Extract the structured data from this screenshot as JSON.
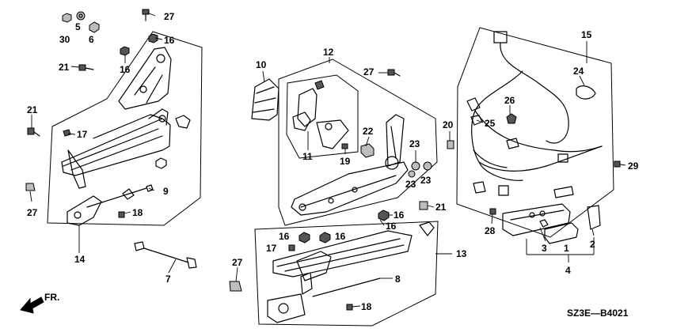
{
  "diagram": {
    "code": "SZ3E—B4021",
    "direction_label": "FR.",
    "callouts": {
      "c1": "1",
      "c2": "2",
      "c3": "3",
      "c4": "4",
      "c5": "5",
      "c6": "6",
      "c7": "7",
      "c8": "8",
      "c9": "9",
      "c10": "10",
      "c11": "11",
      "c12": "12",
      "c13": "13",
      "c14": "14",
      "c15": "15",
      "c16a": "16",
      "c16b": "16",
      "c16c": "16",
      "c16d": "16",
      "c16e": "16",
      "c16f": "16",
      "c17a": "17",
      "c17b": "17",
      "c18a": "18",
      "c18b": "18",
      "c19": "19",
      "c20": "20",
      "c21a": "21",
      "c21b": "21",
      "c21c": "21",
      "c22": "22",
      "c23a": "23",
      "c23b": "23",
      "c23c": "23",
      "c24": "24",
      "c25": "25",
      "c26": "26",
      "c27a": "27",
      "c27b": "27",
      "c27c": "27",
      "c27d": "27",
      "c28": "28",
      "c29": "29",
      "c30": "30"
    }
  }
}
